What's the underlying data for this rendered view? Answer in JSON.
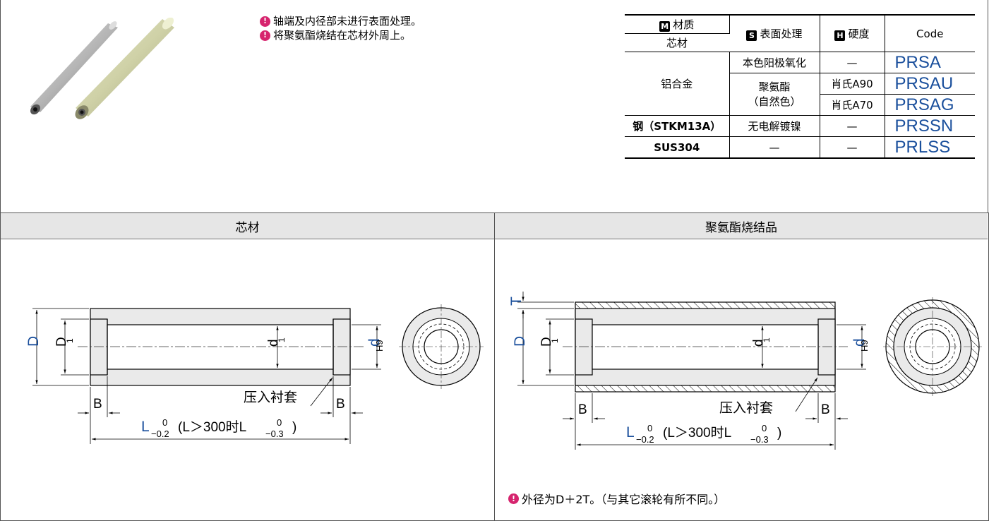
{
  "notes": [
    "轴端及内径部未进行表面处理。",
    "将聚氨酯烧结在芯材外周上。"
  ],
  "table": {
    "header": {
      "material_badge": "M",
      "material": "材质",
      "core": "芯材",
      "surface_badge": "S",
      "surface": "表面处理",
      "hardness_badge": "H",
      "hardness": "硬度",
      "code": "Code"
    },
    "rows": {
      "aluminum": "铝合金",
      "anodize": "本色阳极氧化",
      "polyurethane": "聚氨酯",
      "natural_color": "（自然色）",
      "steel": "钢（STKM13A）",
      "electroless": "无电解镀镍",
      "sus": "SUS304",
      "dash": "—",
      "a90": "肖氏A90",
      "a70": "肖氏A70",
      "codes": [
        "PRSA",
        "PRSAU",
        "PRSAG",
        "PRSSN",
        "PRLSS"
      ]
    }
  },
  "sections": {
    "left_title": "芯材",
    "right_title": "聚氨酯烧结品"
  },
  "drawing": {
    "D": "D",
    "D1": "D",
    "sub1": "1",
    "d1": "d",
    "dH9": "d",
    "H9": "H9",
    "T": "T",
    "B": "B",
    "press_bush": "压入衬套",
    "L": "L",
    "tol_upper": "0",
    "tol_lower": "−0.2",
    "cond_open": "(L＞300时L",
    "tol_lower2": "−0.3",
    "cond_close": ")"
  },
  "footnote": "外径为D＋2T。（与其它滚轮有所不同。）",
  "colors": {
    "dim_blue": "#1a4f9c",
    "warn": "#d6246e",
    "header_bg": "#e6e6e6"
  }
}
